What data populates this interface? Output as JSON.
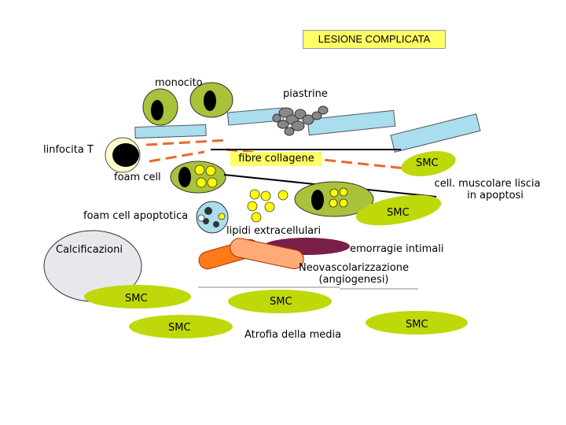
{
  "title": "LESIONE COMPLICATA",
  "labels": {
    "monocito": "monocito",
    "piastrine": "piastrine",
    "linfocita": "linfocita T",
    "fibre": "fibre collagene",
    "foam_cell": "foam cell",
    "foam_apoptotica": "foam cell apoptotica",
    "smc_apoptosi_line1": "cell. muscolare liscia",
    "smc_apoptosi_line2": "in apoptosi",
    "lipidi": "lipidi extracellulari",
    "calcificazioni": "Calcificazioni",
    "emorragie": "emorragie intimali",
    "neovasc_line1": "Neovascolarizzazione",
    "neovasc_line2": "(angiogenesi)",
    "atrofia": "Atrofia della media",
    "smc_top": "SMC",
    "smc_mid": "SMC",
    "smc_left": "SMC",
    "smc_center": "SMC",
    "smc_bottom": "SMC",
    "smc_right": "SMC"
  },
  "colors": {
    "title_bg": "#ffff66",
    "smc_green": "#bfd80a",
    "cell_green": "#a9c23c",
    "nucleus": "#000000",
    "platelet": "#aaddee",
    "yellow_lipid": "#ffff00",
    "dashed_orange": "#e86a2a",
    "calc_grey": "#e8e8ec",
    "hemorrhage": "#7a1f4a",
    "vessel_orange": "#ff7a1a"
  },
  "icons": [
    "monocyte-icon",
    "platelet-icon",
    "lymphocyte-icon",
    "foam-cell-icon",
    "apoptotic-foam-cell-icon",
    "smc-icon",
    "lipid-droplet-icon",
    "calcification-icon",
    "hemorrhage-icon",
    "neovessel-icon"
  ]
}
